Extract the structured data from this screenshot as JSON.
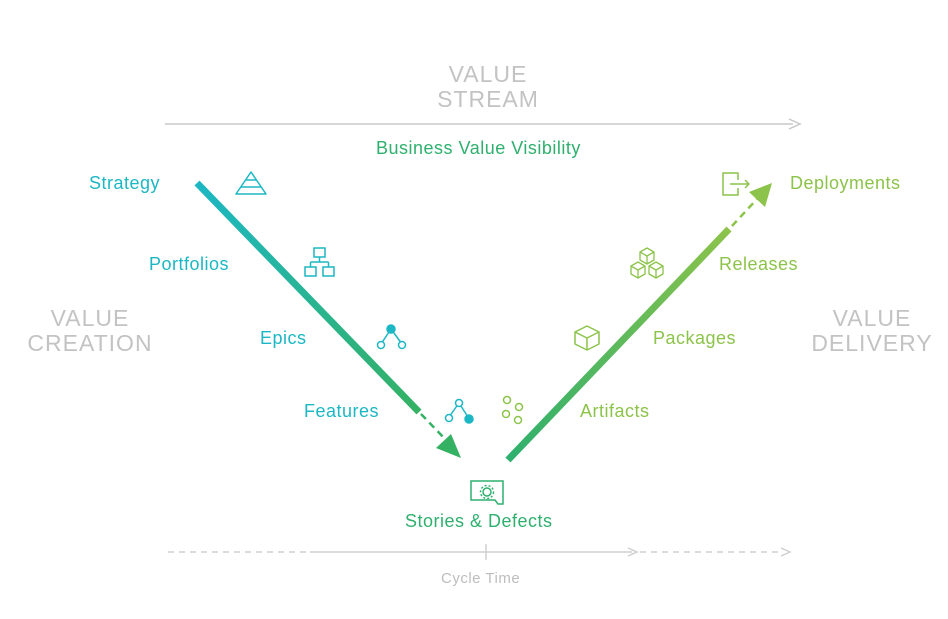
{
  "header": {
    "line1": "VALUE",
    "line2": "STREAM",
    "subtitle": "Business Value Visibility"
  },
  "sides": {
    "left_line1": "VALUE",
    "left_line2": "CREATION",
    "right_line1": "VALUE",
    "right_line2": "DELIVERY"
  },
  "creation_stages": [
    {
      "label": "Strategy",
      "icon": "pyramid-icon"
    },
    {
      "label": "Portfolios",
      "icon": "org-chart-icon"
    },
    {
      "label": "Epics",
      "icon": "epic-node-icon"
    },
    {
      "label": "Features",
      "icon": "feature-node-icon"
    }
  ],
  "delivery_stages": [
    {
      "label": "Artifacts",
      "icon": "scattered-circles-icon"
    },
    {
      "label": "Packages",
      "icon": "cube-icon"
    },
    {
      "label": "Releases",
      "icon": "stacked-cubes-icon"
    },
    {
      "label": "Deployments",
      "icon": "export-icon"
    }
  ],
  "bottom": {
    "label": "Stories & Defects",
    "icon": "story-card-icon",
    "cycle_label": "Cycle Time"
  },
  "colors": {
    "teal": "#1cb7c4",
    "green": "#2fb06e",
    "lime": "#8cc34a",
    "grey": "#c3c3c3"
  }
}
